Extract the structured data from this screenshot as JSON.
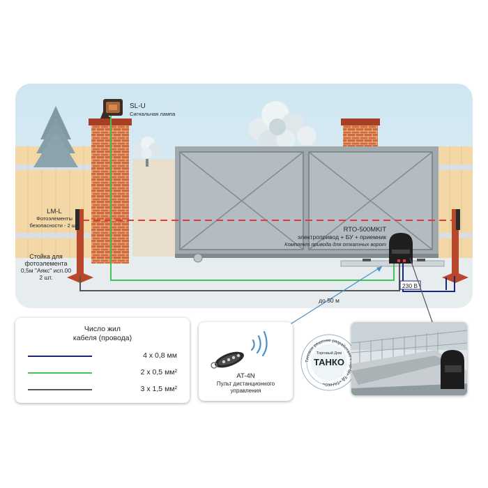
{
  "lamp": {
    "model": "SL-U",
    "desc": "Сигнальная лампа"
  },
  "photocells": {
    "model": "LM-L",
    "desc_line1": "Фотоэлементы",
    "desc_line2": "безопасности - 2 шт."
  },
  "post": {
    "line1": "Стойка для",
    "line2": "фотоэлемента",
    "line3": "0,5м \"Аякс\" исп.00",
    "line4": "2 шт."
  },
  "drive": {
    "model": "RTO-500MKIT",
    "desc": "электропривод + БУ + приемник",
    "note": "Комплект привода для откатных ворот"
  },
  "power": {
    "label": "230 В"
  },
  "distance": {
    "label": "до 50 м"
  },
  "legend": {
    "title_line1": "Число жил",
    "title_line2": "кабеля (провода)",
    "items": [
      {
        "label": "4 x 0,8 мм",
        "color": "#1a237e"
      },
      {
        "label": "2 x 0,5 мм²",
        "color": "#43c35a"
      },
      {
        "label": "3 x 1,5 мм²",
        "color": "#555555"
      }
    ]
  },
  "remote": {
    "model": "AT-4N",
    "desc_line1": "Пульт дистанционного",
    "desc_line2": "управления"
  },
  "stamp": {
    "center_line1": "Торговый Дом",
    "center_line2": "ТАНКО",
    "ring_text": "Типовое решение разработано «Тор-Ш» ТД «ТАНКО»"
  },
  "colors": {
    "sky": "#cfe6f1",
    "wall": "#f3d7a6",
    "brick": "#c9572e",
    "post_red": "#b9472a",
    "beam": "#e53935",
    "ground": "#e7ecef"
  }
}
